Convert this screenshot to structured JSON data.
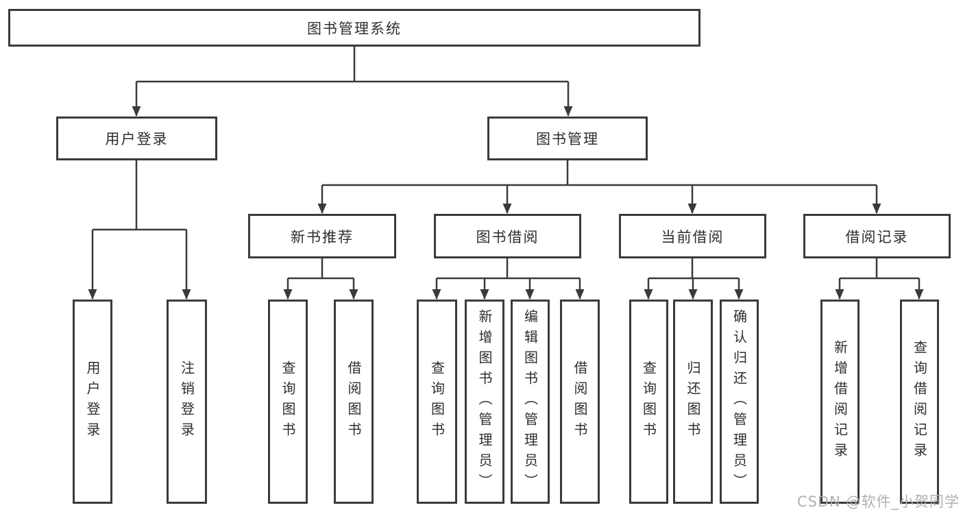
{
  "diagram": {
    "root": {
      "label": "图书管理系统"
    },
    "level1": {
      "user_login": {
        "label": "用户登录",
        "children": [
          {
            "label": "用户登录"
          },
          {
            "label": "注销登录"
          }
        ]
      },
      "book_mgmt": {
        "label": "图书管理"
      }
    },
    "level2": {
      "new_book": {
        "label": "新书推荐",
        "children": [
          {
            "label": "查询图书"
          },
          {
            "label": "借阅图书"
          }
        ]
      },
      "book_borrow": {
        "label": "图书借阅",
        "children": [
          {
            "label": "查询图书"
          },
          {
            "label": "新增图书（管理员）"
          },
          {
            "label": "编辑图书（管理员）"
          },
          {
            "label": "借阅图书"
          }
        ]
      },
      "current_borrow": {
        "label": "当前借阅",
        "children": [
          {
            "label": "查询图书"
          },
          {
            "label": "归还图书"
          },
          {
            "label": "确认归还（管理员）"
          }
        ]
      },
      "borrow_record": {
        "label": "借阅记录",
        "children": [
          {
            "label": "新增借阅记录"
          },
          {
            "label": "查询借阅记录"
          }
        ]
      }
    }
  },
  "watermark": {
    "text": "CSDN @软件_小贺同学"
  },
  "colors": {
    "line": "#3a3a3a",
    "box_border": "#3a3a3a",
    "box_fill": "#ffffff",
    "text": "#2e2e2e",
    "watermark": "#acacb1"
  }
}
